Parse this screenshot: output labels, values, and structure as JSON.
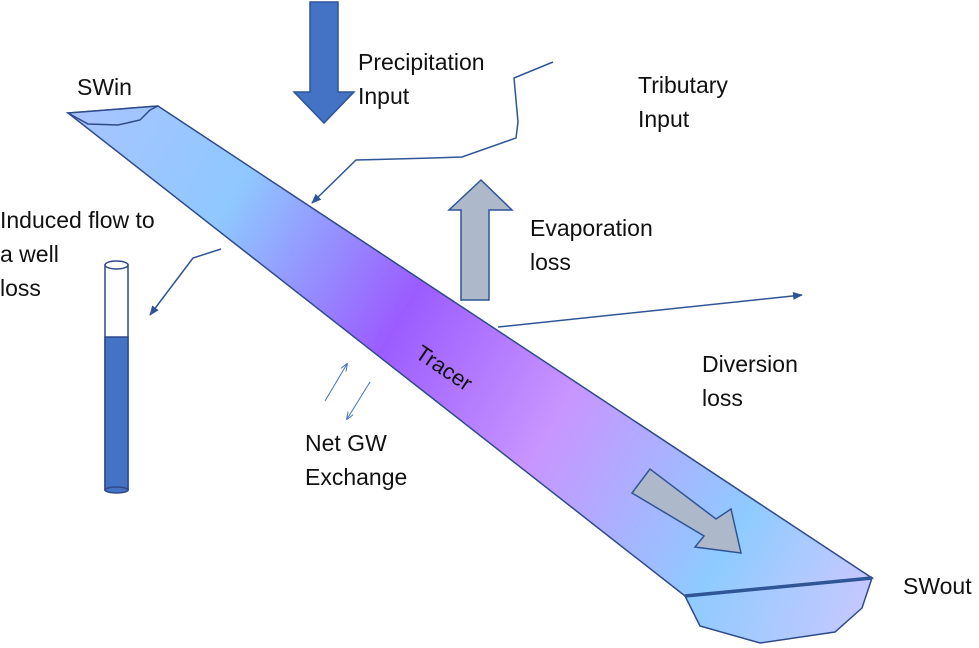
{
  "labels": {
    "precipitation": [
      "Precipitation",
      "Input"
    ],
    "swin": "SWin",
    "tributary": [
      "Tributary",
      "Input"
    ],
    "induced_flow": [
      "Induced flow to",
      "a well",
      "loss"
    ],
    "evaporation": [
      "Evaporation",
      "loss"
    ],
    "diversion": [
      "Diversion",
      "loss"
    ],
    "net_gw": [
      "Net GW",
      "Exchange"
    ],
    "swout": "SWout",
    "tracer": "Tracer"
  },
  "colors": {
    "channel_outline": "#2F4A8A",
    "channel_gradient": [
      "#A9C4FF",
      "#8FC8FF",
      "#9B5CFF",
      "#C895FF",
      "#8ECBFF",
      "#C8C8FF"
    ],
    "arrow_blue": "#4472C4",
    "arrow_gray": "#ADB9CA",
    "line_blue": "#2F5597",
    "well_fill": "#4472C4"
  },
  "well": {
    "water_level_fraction": 0.68
  }
}
